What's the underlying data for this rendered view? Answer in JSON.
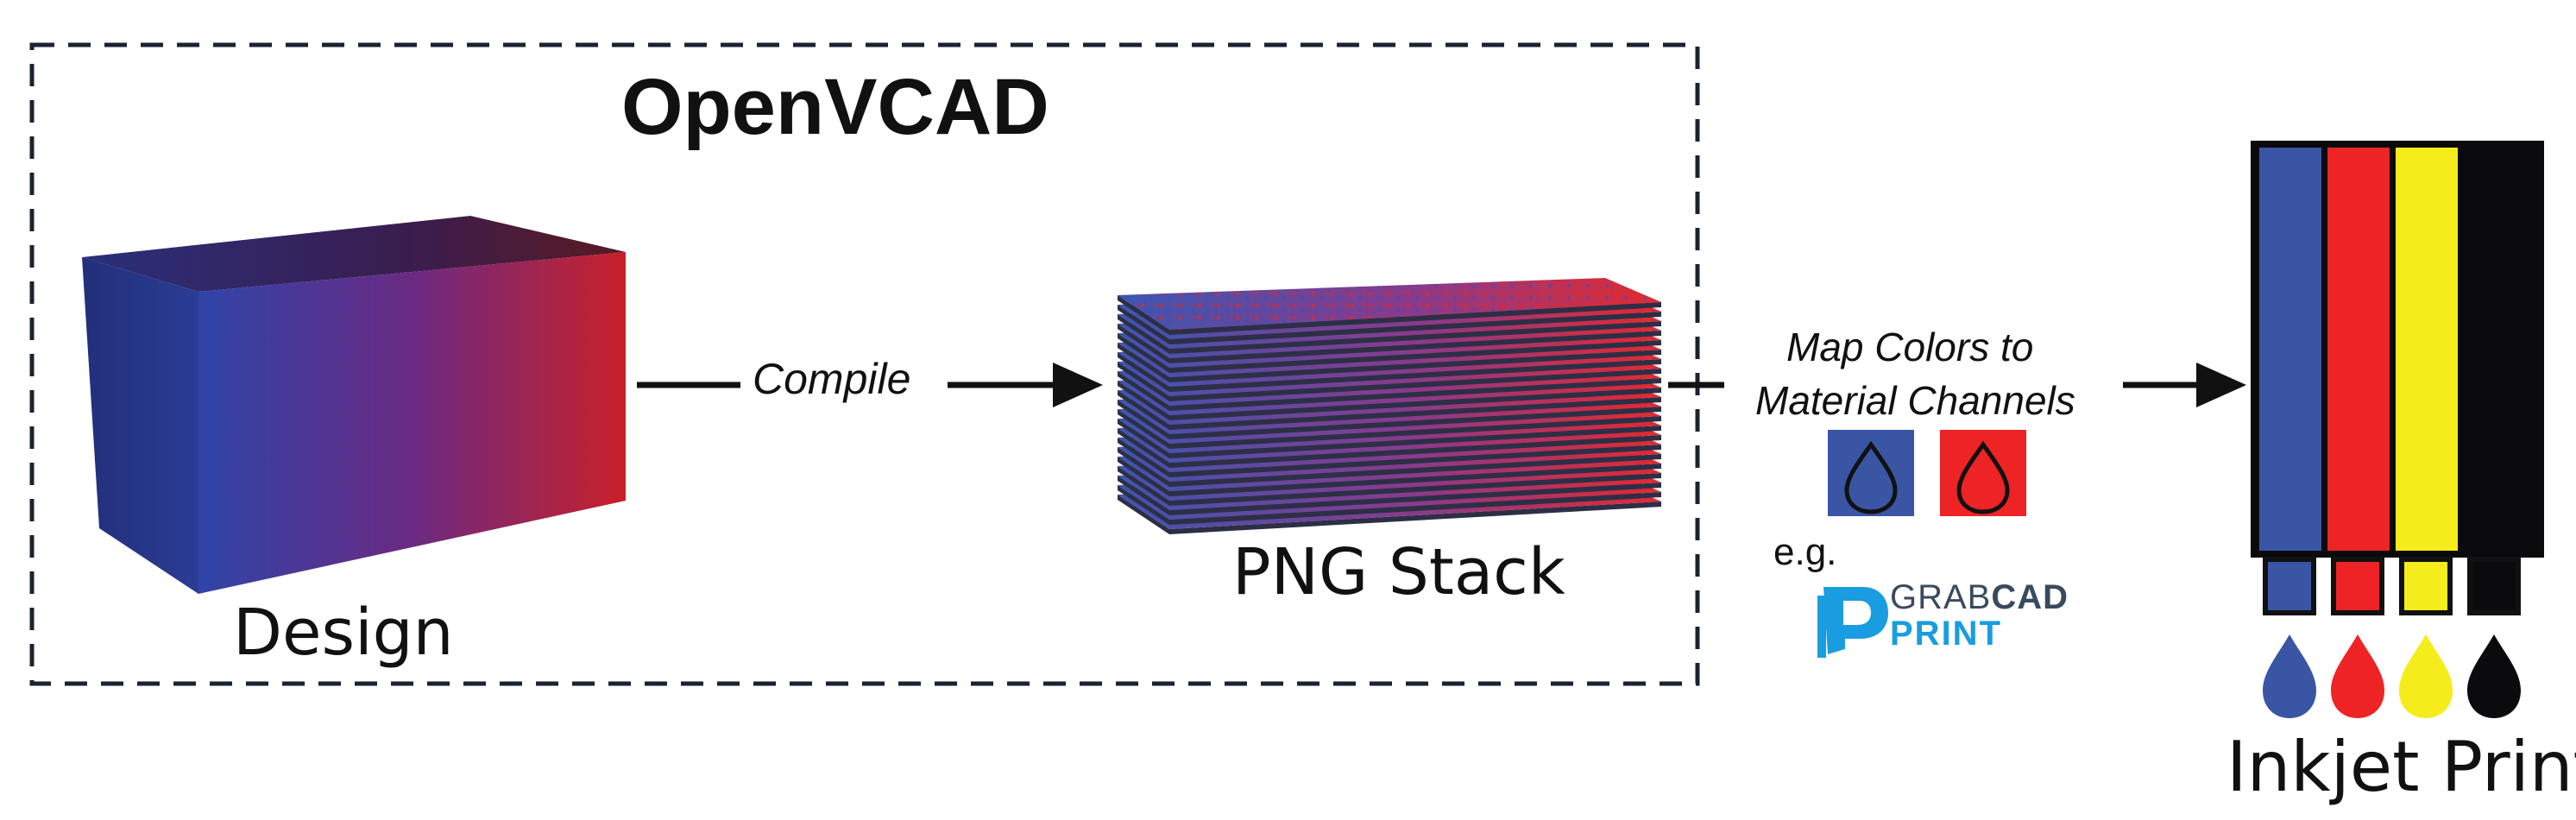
{
  "title": "OpenVCAD",
  "design_label": "Design",
  "compile_label": "Compile",
  "png_stack_label": "PNG Stack",
  "map_label_line1": "Map Colors to",
  "map_label_line2": "Material Channels",
  "example_prefix": "e.g.",
  "logo": {
    "word1": "GRAB",
    "word2": "CAD",
    "word3": "PRINT"
  },
  "output_label": "Inkjet Print",
  "colors": {
    "blue": "#3a55a4",
    "red": "#ee2325",
    "yellow": "#f5ec1c",
    "black": "#0b0b0d",
    "logo_blue": "#1a9ce0"
  },
  "material_channel_icons": [
    "ink-drop-blue",
    "ink-drop-red"
  ],
  "printer_channels": [
    "blue",
    "red",
    "yellow",
    "black"
  ]
}
